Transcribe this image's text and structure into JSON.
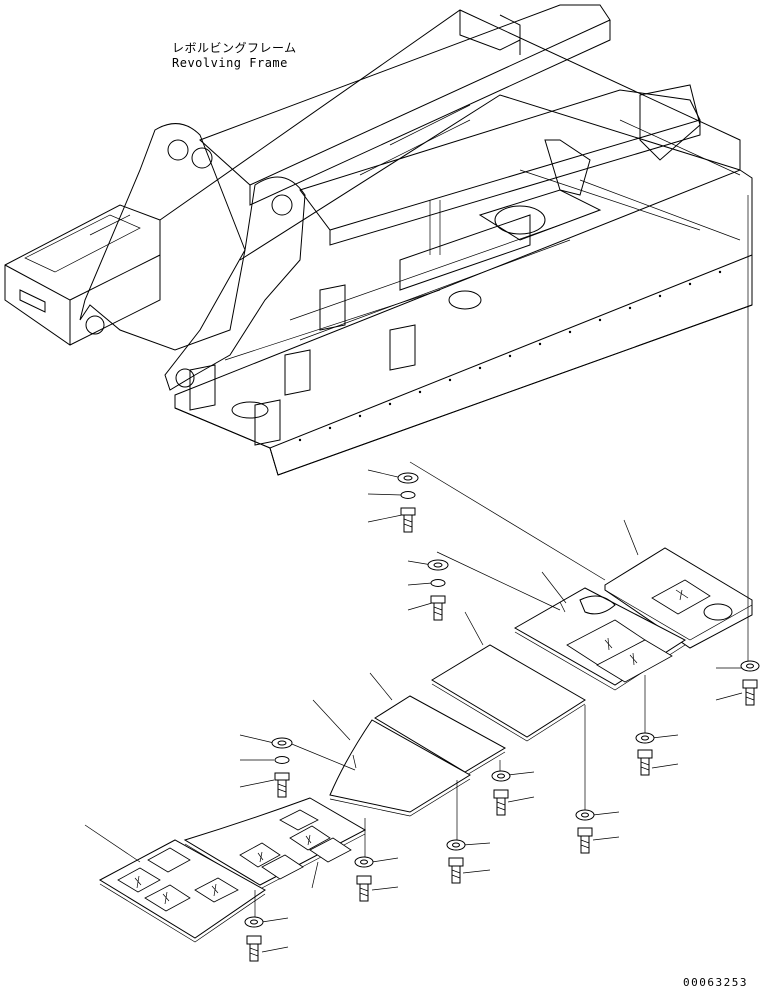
{
  "title": {
    "japanese": "レボルビングフレーム",
    "english": "Revolving Frame"
  },
  "drawing_number": "00063253",
  "colors": {
    "line": "#000000",
    "background": "#ffffff"
  }
}
